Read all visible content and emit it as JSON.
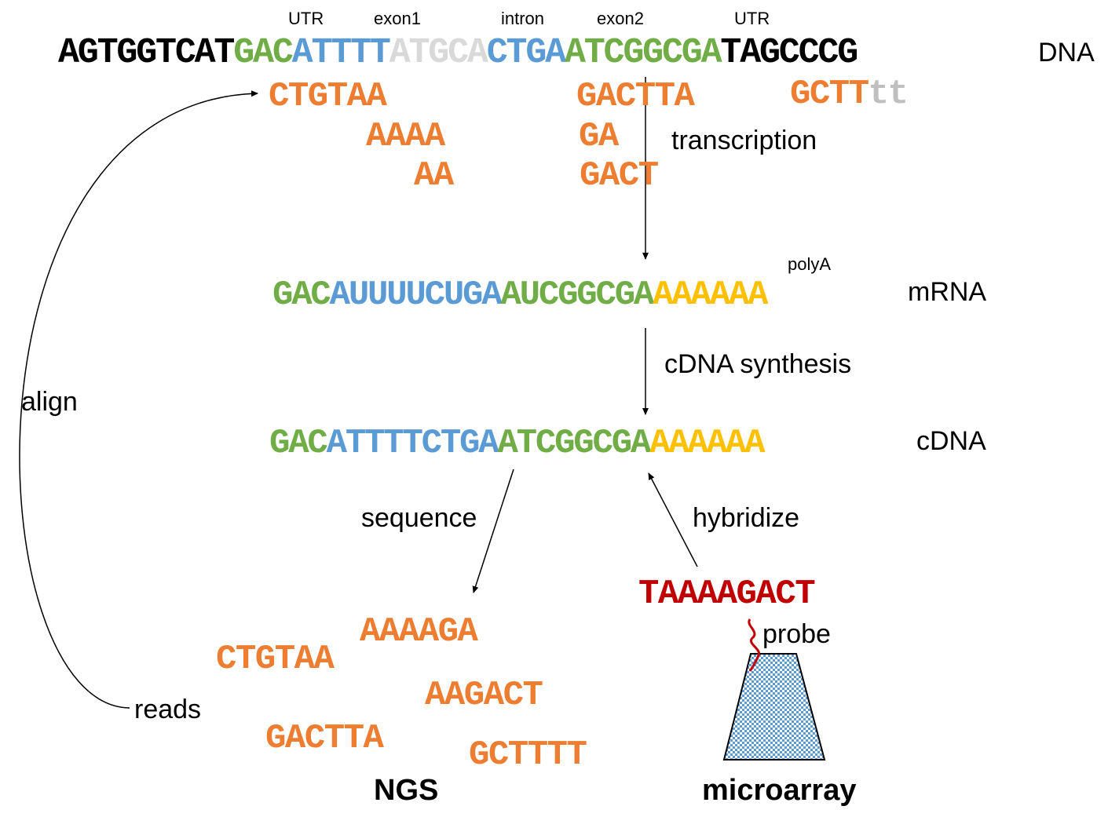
{
  "colors": {
    "black": "#000000",
    "utr": "#70ad47",
    "exon": "#5b9bd5",
    "intron": "#d9d9d9",
    "polyA": "#ffc000",
    "read": "#ed7d31",
    "read_tail": "#bfbfbf",
    "probe": "#c00000",
    "chip": "#5b9bd5"
  },
  "regions": {
    "utr1": "UTR",
    "exon1": "exon1",
    "intron": "intron",
    "exon2": "exon2",
    "utr2": "UTR"
  },
  "dna": {
    "seg_left": "AGTGGTCAT",
    "seg_utr1": "GAC",
    "seg_exon1": "ATTTT",
    "seg_intron": "ATGCA",
    "seg_exon2": "CTGA",
    "seg_utr2": "ATCGGCGA",
    "seg_right": "TAGCCCG",
    "label": "DNA"
  },
  "dna_reads": {
    "r1": "CTGTAA",
    "r2": "AAAA",
    "r3": "AA",
    "r4": "GACTTA",
    "r5": "GA",
    "r6": "GACT",
    "r7_main": "GCTT",
    "r7_tail": "tt"
  },
  "mrna": {
    "seg_utr1": "GAC",
    "seg_exon": "AUUUUCUGA",
    "seg_utr2": "AUCGGCGA",
    "seg_polya": "AAAAAA",
    "label": "mRNA",
    "polya_label": "polyA"
  },
  "cdna": {
    "seg_utr1": "GAC",
    "seg_exon": "ATTTTCTGA",
    "seg_utr2": "ATCGGCGA",
    "seg_polya": "AAAAAA",
    "label": "cDNA"
  },
  "steps": {
    "transcription": "transcription",
    "cdna_synthesis": "cDNA synthesis",
    "sequence": "sequence",
    "hybridize": "hybridize",
    "align": "align",
    "reads": "reads",
    "probe": "probe"
  },
  "probe_seq": "TAAAAGACT",
  "ngs_reads": [
    "AAAAGA",
    "CTGTAA",
    "AAGACT",
    "GACTTA",
    "GCTTTT"
  ],
  "bottom": {
    "ngs": "NGS",
    "microarray": "microarray"
  }
}
